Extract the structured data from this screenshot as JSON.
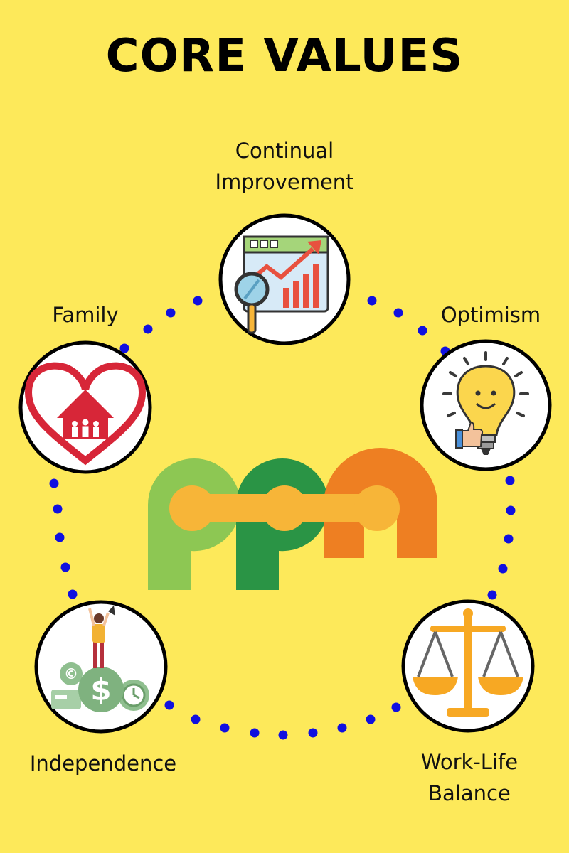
{
  "title": "CORE VALUES",
  "values": [
    {
      "id": "continual-improvement",
      "lines": [
        "Continual",
        "Improvement"
      ],
      "icon": "growth-chart-magnifier-icon"
    },
    {
      "id": "family",
      "lines": [
        "Family"
      ],
      "icon": "family-home-heart-icon"
    },
    {
      "id": "optimism",
      "lines": [
        "Optimism"
      ],
      "icon": "smiling-lightbulb-icon"
    },
    {
      "id": "independence",
      "lines": [
        "Independence"
      ],
      "icon": "woman-on-money-icon"
    },
    {
      "id": "work-life-balance",
      "lines": [
        "Work-Life",
        "Balance"
      ],
      "icon": "balance-scale-icon"
    }
  ],
  "colors": {
    "background": "#FDE95A",
    "dots": "#1010E0",
    "logo_light_green": "#8DC753",
    "logo_dark_green": "#2A9445",
    "logo_orange": "#EE7F22",
    "logo_core": "#F7B538",
    "heart_red": "#D72638"
  }
}
